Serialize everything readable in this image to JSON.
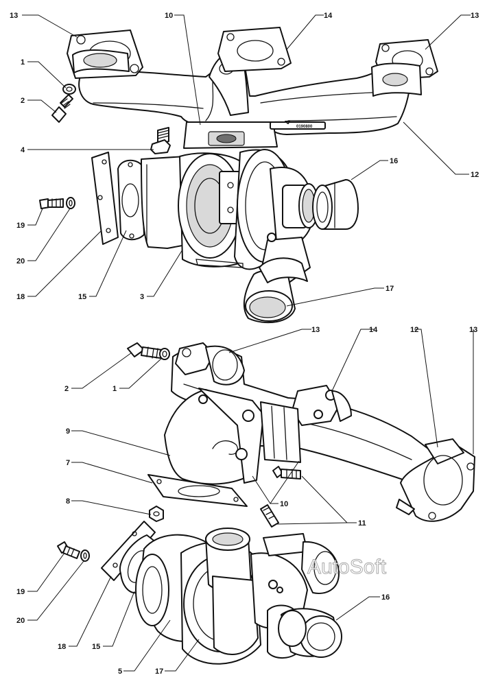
{
  "figure": {
    "top_assembly": {
      "casting_stamp": "0190800",
      "callouts": [
        "13",
        "10",
        "14",
        "13",
        "1",
        "2",
        "4",
        "12",
        "16",
        "19",
        "20",
        "18",
        "15",
        "3",
        "17"
      ]
    },
    "bottom_assembly": {
      "callouts": [
        "2",
        "1",
        "13",
        "14",
        "12",
        "13",
        "9",
        "7",
        "10",
        "8",
        "11",
        "19",
        "20",
        "18",
        "15",
        "5",
        "17",
        "16"
      ]
    },
    "watermark": "AutoSoft"
  }
}
